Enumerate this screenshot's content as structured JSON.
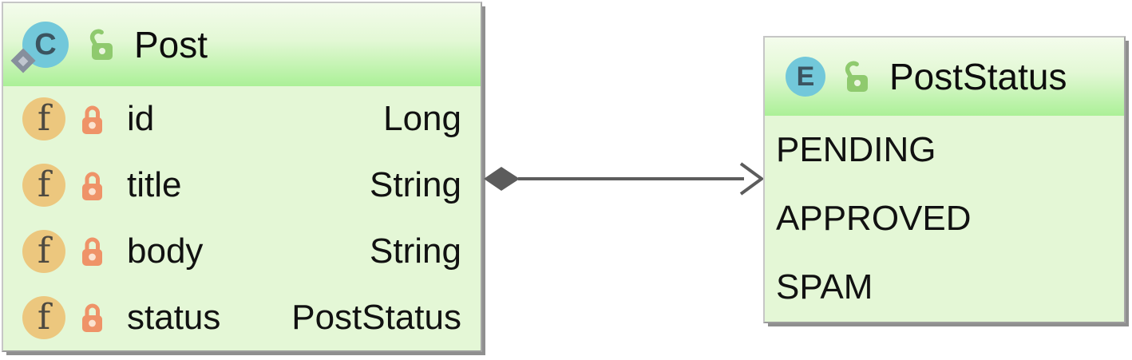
{
  "diagram": {
    "nodes": [
      {
        "id": "post",
        "kind": "class",
        "title": "Post",
        "kind_letter": "C",
        "kind_badge": "diamond-badge",
        "visibility_icon": "lock-open",
        "fields": [
          {
            "icon_letter": "f",
            "visibility_icon": "lock-closed",
            "name": "id",
            "type": "Long"
          },
          {
            "icon_letter": "f",
            "visibility_icon": "lock-closed",
            "name": "title",
            "type": "String"
          },
          {
            "icon_letter": "f",
            "visibility_icon": "lock-closed",
            "name": "body",
            "type": "String"
          },
          {
            "icon_letter": "f",
            "visibility_icon": "lock-closed",
            "name": "status",
            "type": "PostStatus"
          }
        ]
      },
      {
        "id": "poststatus",
        "kind": "enum",
        "title": "PostStatus",
        "kind_letter": "E",
        "visibility_icon": "lock-open",
        "values": [
          {
            "label": "PENDING"
          },
          {
            "label": "APPROVED"
          },
          {
            "label": "SPAM"
          }
        ]
      }
    ],
    "edge": {
      "from": "Post",
      "to": "PostStatus",
      "type": "composition",
      "source_marker": "filled-diamond",
      "target_marker": "open-arrowhead"
    },
    "colors": {
      "header_gradient_top": "#f4fcec",
      "header_gradient_bottom": "#abf097",
      "body_bg": "#e4f7d6",
      "node_border": "#b0b0b0",
      "node_shadow": "#8f8f8f",
      "edge": "#5c5c5c",
      "kind_icon_bg": "#72c8da",
      "kind_icon_letter": "#3b5460",
      "field_icon_bg": "#ecc77e",
      "field_icon_letter": "#4e4a41",
      "lock_open": "#8fca6e",
      "lock_closed": "#ef9368",
      "text": "#111111"
    }
  }
}
